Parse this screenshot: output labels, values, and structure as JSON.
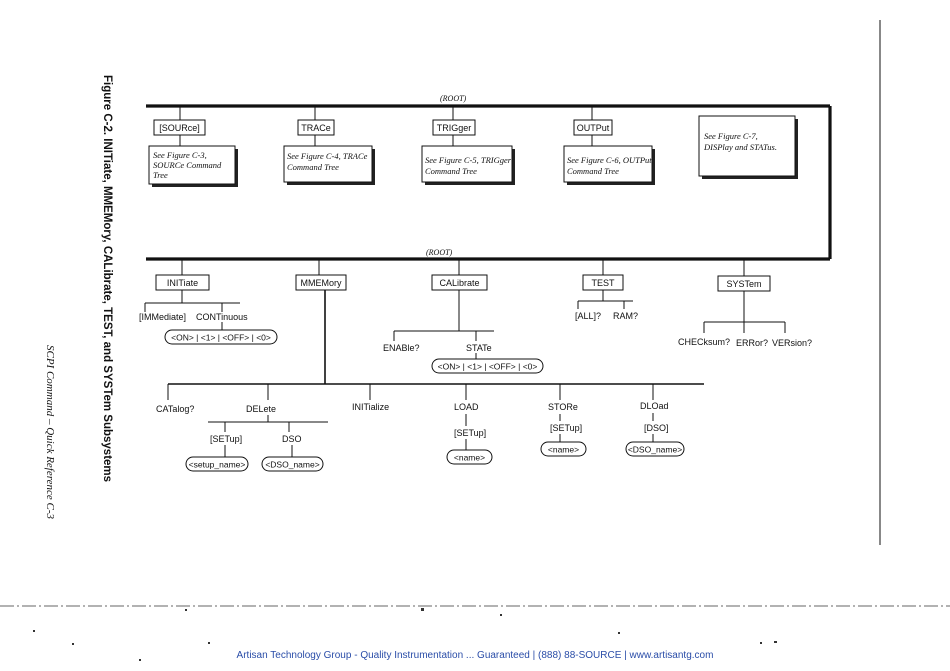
{
  "figure_caption": "Figure C-2.   INITiate, MMEMory, CALibrate, TEST, and SYSTem Subsystems",
  "page_footer": "SCPI Command – Quick Reference  C-3",
  "banner": "Artisan Technology Group - Quality Instrumentation ... Guaranteed | (888) 88-SOURCE | www.artisantg.com",
  "root_top": "(ROOT)",
  "root_bottom": "(ROOT)",
  "top_nodes": {
    "source": "[SOURce]",
    "trace": "TRACe",
    "trigger": "TRIGger",
    "output": "OUTPut"
  },
  "notes": {
    "source": [
      "See Figure C-3,",
      "SOURCe Command",
      "Tree"
    ],
    "trace": [
      "See Figure C-4, TRACe",
      "Command Tree"
    ],
    "trigger": [
      "See Figure C-5, TRIGger",
      "Command Tree"
    ],
    "output": [
      "See Figure C-6, OUTPut",
      "Command Tree"
    ],
    "system": [
      "See Figure C-7,",
      "DISPlay and STATus."
    ]
  },
  "nodes": {
    "initiate": "INITiate",
    "mmemory": "MMEMory",
    "calibrate": "CALibrate",
    "test": "TEST",
    "system": "SYSTem"
  },
  "labels": {
    "immediate": "[IMMediate]",
    "continuous": "CONTinuous",
    "enable": "ENABle?",
    "state": "STATe",
    "all": "[ALL]?",
    "ram": "RAM?",
    "checksum": "CHECksum?",
    "error": "ERRor?",
    "version": "VERsion?",
    "catalog": "CATalog?",
    "delete": "DELete",
    "initialize": "INITialize",
    "load": "LOAD",
    "store": "STORe",
    "dload": "DLOad",
    "delete_setup": "[SETup]",
    "delete_dso": "DSO",
    "load_setup": "[SETup]",
    "store_setup": "[SETup]",
    "dload_dso": "[DSO]"
  },
  "pills": {
    "continuous_values": "<ON> | <1> | <OFF> | <0>",
    "state_values": "<ON> | <1> | <OFF> | <0>",
    "setup_name": "<setup_name>",
    "dso_name": "<DSO_name>",
    "load_name": "<name>",
    "store_name": "<name>",
    "dload_name": "<DSO_name>"
  }
}
